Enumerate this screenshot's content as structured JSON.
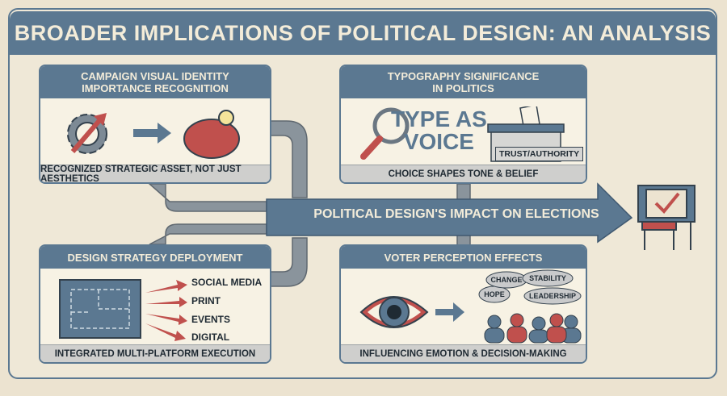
{
  "title": "BROADER IMPLICATIONS OF POLITICAL DESIGN: AN ANALYSIS",
  "central_arrow": "POLITICAL DESIGN'S IMPACT ON ELECTIONS",
  "colors": {
    "header": "#5b7891",
    "accent_red": "#c0504d",
    "connector": "#8a949c",
    "background": "#ece3d0"
  },
  "panels": {
    "identity": {
      "title_line1": "CAMPAIGN VISUAL IDENTITY",
      "title_line2": "IMPORTANCE RECOGNITION",
      "footer": "RECOGNIZED STRATEGIC ASSET, NOT JUST AESTHETICS",
      "icons": [
        "gear-arrow-icon",
        "arrow-right-icon",
        "brain-lightbulb-icon"
      ]
    },
    "typography": {
      "title_line1": "TYPOGRAPHY SIGNIFICANCE",
      "title_line2": "IN POLITICS",
      "type_line1": "TYPE AS",
      "type_line2": "VOICE",
      "ballot_label": "TRUST/AUTHORITY",
      "footer": "CHOICE SHAPES TONE & BELIEF",
      "icons": [
        "magnifier-icon",
        "ballot-box-icon"
      ]
    },
    "deployment": {
      "title": "DESIGN STRATEGY DEPLOYMENT",
      "channels": [
        "SOCIAL MEDIA",
        "PRINT",
        "EVENTS",
        "DIGITAL"
      ],
      "footer": "INTEGRATED MULTI-PLATFORM EXECUTION",
      "icons": [
        "blueprint-icon"
      ]
    },
    "perception": {
      "title": "VOTER PERCEPTION EFFECTS",
      "thoughts": [
        "HOPE",
        "CHANGE",
        "STABILITY",
        "LEADERSHIP"
      ],
      "footer": "INFLUENCING EMOTION & DECISION-MAKING",
      "icons": [
        "eye-icon",
        "arrow-right-icon",
        "crowd-icon"
      ]
    }
  },
  "end_icon": "voting-booth-check-icon"
}
